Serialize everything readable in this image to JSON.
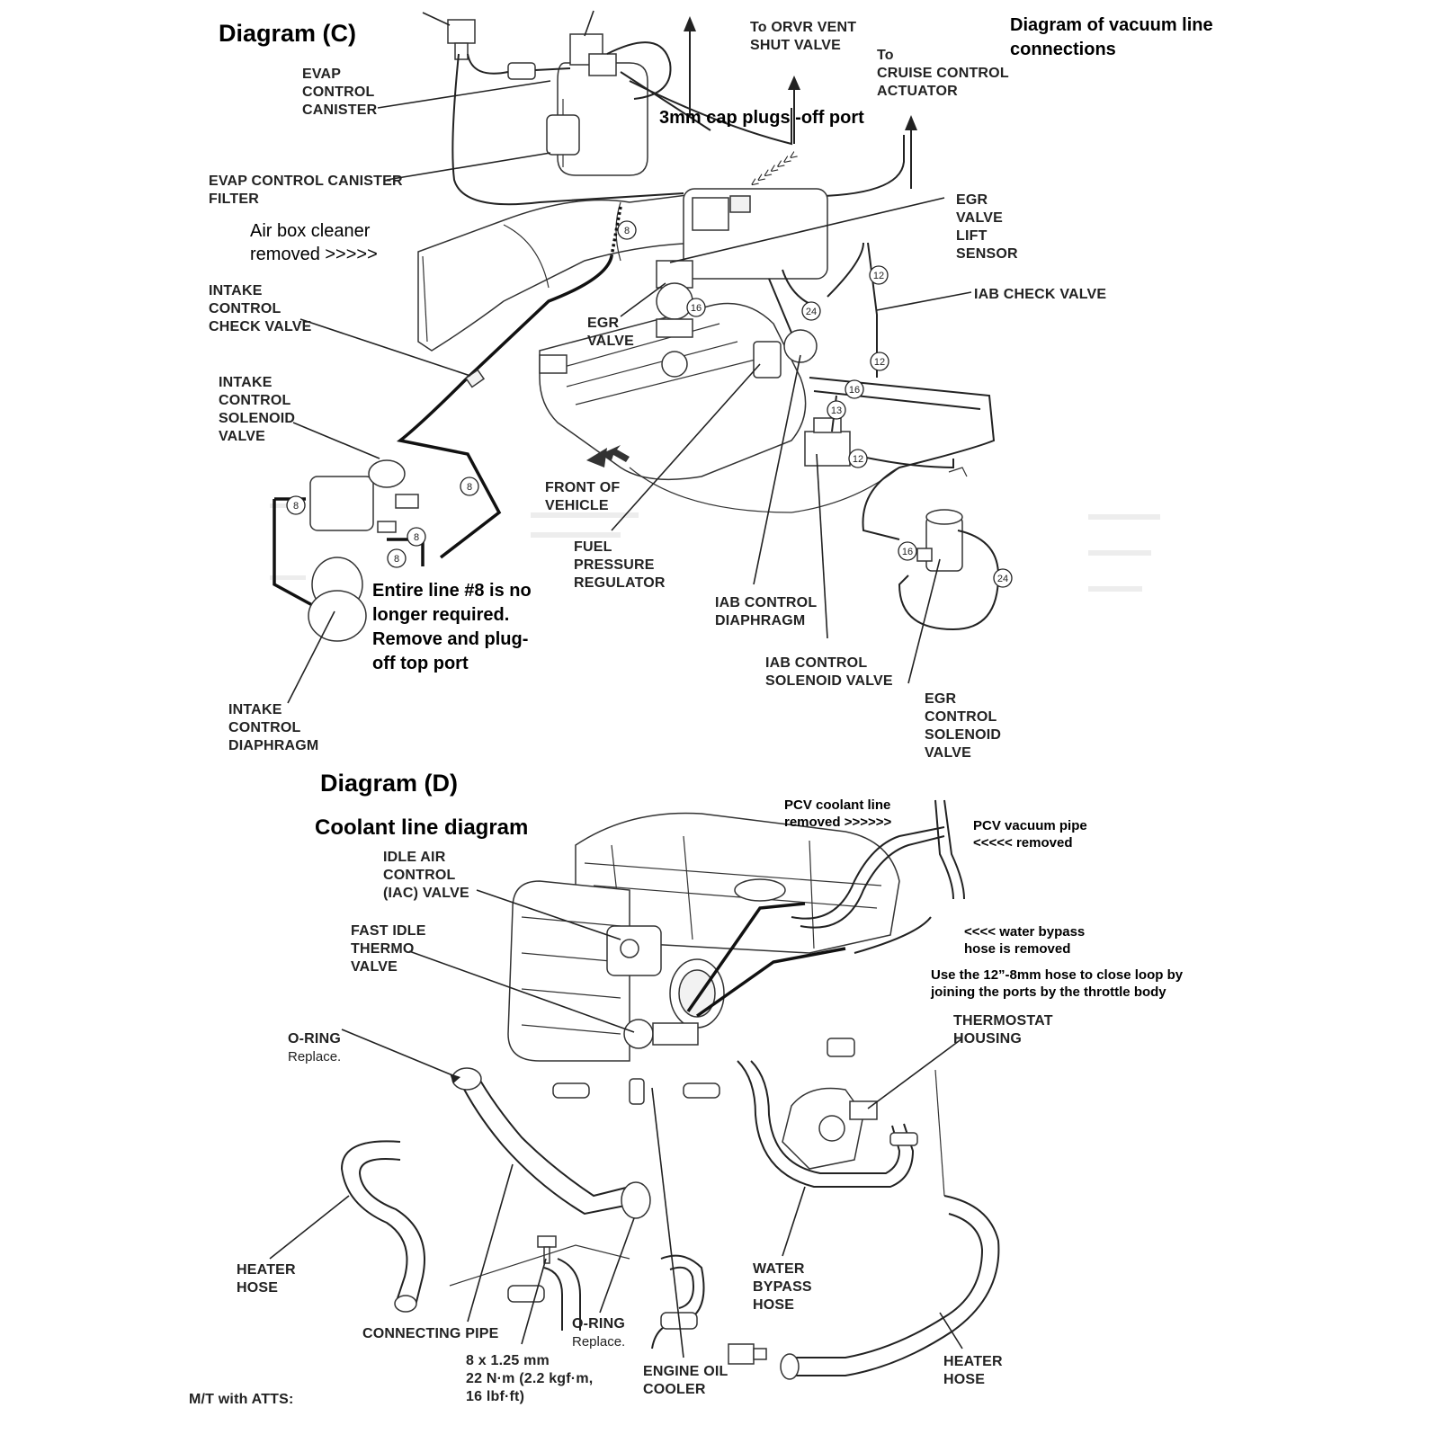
{
  "diagram_c": {
    "title": "Diagram (C)",
    "header_note": [
      "Diagram of vacuum line",
      "connections"
    ],
    "labels": {
      "evap_canister": [
        "EVAP",
        "CONTROL",
        "CANISTER"
      ],
      "evap_filter": [
        "EVAP CONTROL CANISTER",
        "FILTER"
      ],
      "orvr": [
        "To ORVR VENT",
        "SHUT VALVE"
      ],
      "cruise": [
        "To",
        "CRUISE CONTROL",
        "ACTUATOR"
      ],
      "egr_lift": [
        "EGR",
        "VALVE",
        "LIFT",
        "SENSOR"
      ],
      "iab_check": "IAB CHECK VALVE",
      "intake_check": [
        "INTAKE",
        "CONTROL",
        "CHECK VALVE"
      ],
      "egr_valve": [
        "EGR",
        "VALVE"
      ],
      "intake_solenoid": [
        "INTAKE",
        "CONTROL",
        "SOLENOID",
        "VALVE"
      ],
      "front_vehicle": [
        "FRONT OF",
        "VEHICLE"
      ],
      "fuel_regulator": [
        "FUEL",
        "PRESSURE",
        "REGULATOR"
      ],
      "iab_diaphragm": [
        "IAB CONTROL",
        "DIAPHRAGM"
      ],
      "iab_solenoid": [
        "IAB CONTROL",
        "SOLENOID VALVE"
      ],
      "egr_solenoid": [
        "EGR",
        "CONTROL",
        "SOLENOID",
        "VALVE"
      ],
      "intake_diaphragm": [
        "INTAKE",
        "CONTROL",
        "DIAPHRAGM"
      ]
    },
    "notes": {
      "cap_plugs": "3mm cap plugs -off port",
      "air_box": [
        "Air box cleaner",
        "removed    >>>>>"
      ],
      "line8": [
        "Entire line #8 is no",
        "longer required.",
        "Remove and plug-",
        "off top port"
      ]
    },
    "tags": [
      "8",
      "8",
      "8",
      "8",
      "8",
      "12",
      "12",
      "12",
      "13",
      "16",
      "16",
      "16",
      "24",
      "24"
    ]
  },
  "diagram_d": {
    "title": "Diagram (D)",
    "subtitle": "Coolant line diagram",
    "labels": {
      "iac": [
        "IDLE AIR",
        "CONTROL",
        "(IAC) VALVE"
      ],
      "fast_idle": [
        "FAST IDLE",
        "THERMO",
        "VALVE"
      ],
      "oring_1": "O-RING",
      "oring_1_sub": "Replace.",
      "thermostat": [
        "THERMOSTAT",
        "HOUSING"
      ],
      "heater_left": [
        "HEATER",
        "HOSE"
      ],
      "connecting_pipe": "CONNECTING PIPE",
      "bolt_spec": [
        "8 x 1.25 mm",
        "22 N·m (2.2 kgf·m,",
        "16 lbf·ft)"
      ],
      "oring_2": "O-RING",
      "oring_2_sub": "Replace.",
      "engine_oil": [
        "ENGINE OIL",
        "COOLER"
      ],
      "water_bypass": [
        "WATER",
        "BYPASS",
        "HOSE"
      ],
      "heater_right": [
        "HEATER",
        "HOSE"
      ],
      "mt": "M/T with ATTS:"
    },
    "notes": {
      "pcv_coolant": [
        "PCV coolant line",
        "removed  >>>>>>"
      ],
      "pcv_vacuum": [
        "PCV vacuum pipe",
        "<<<<<  removed"
      ],
      "bypass_removed": [
        "<<<<  water bypass",
        "hose is removed"
      ],
      "close_loop": [
        "Use the 12”-8mm hose to close loop by",
        "joining the ports by the throttle body"
      ]
    }
  },
  "colors": {
    "ink": "#222222",
    "paper": "#ffffff",
    "shade": "#f2f2f2"
  }
}
